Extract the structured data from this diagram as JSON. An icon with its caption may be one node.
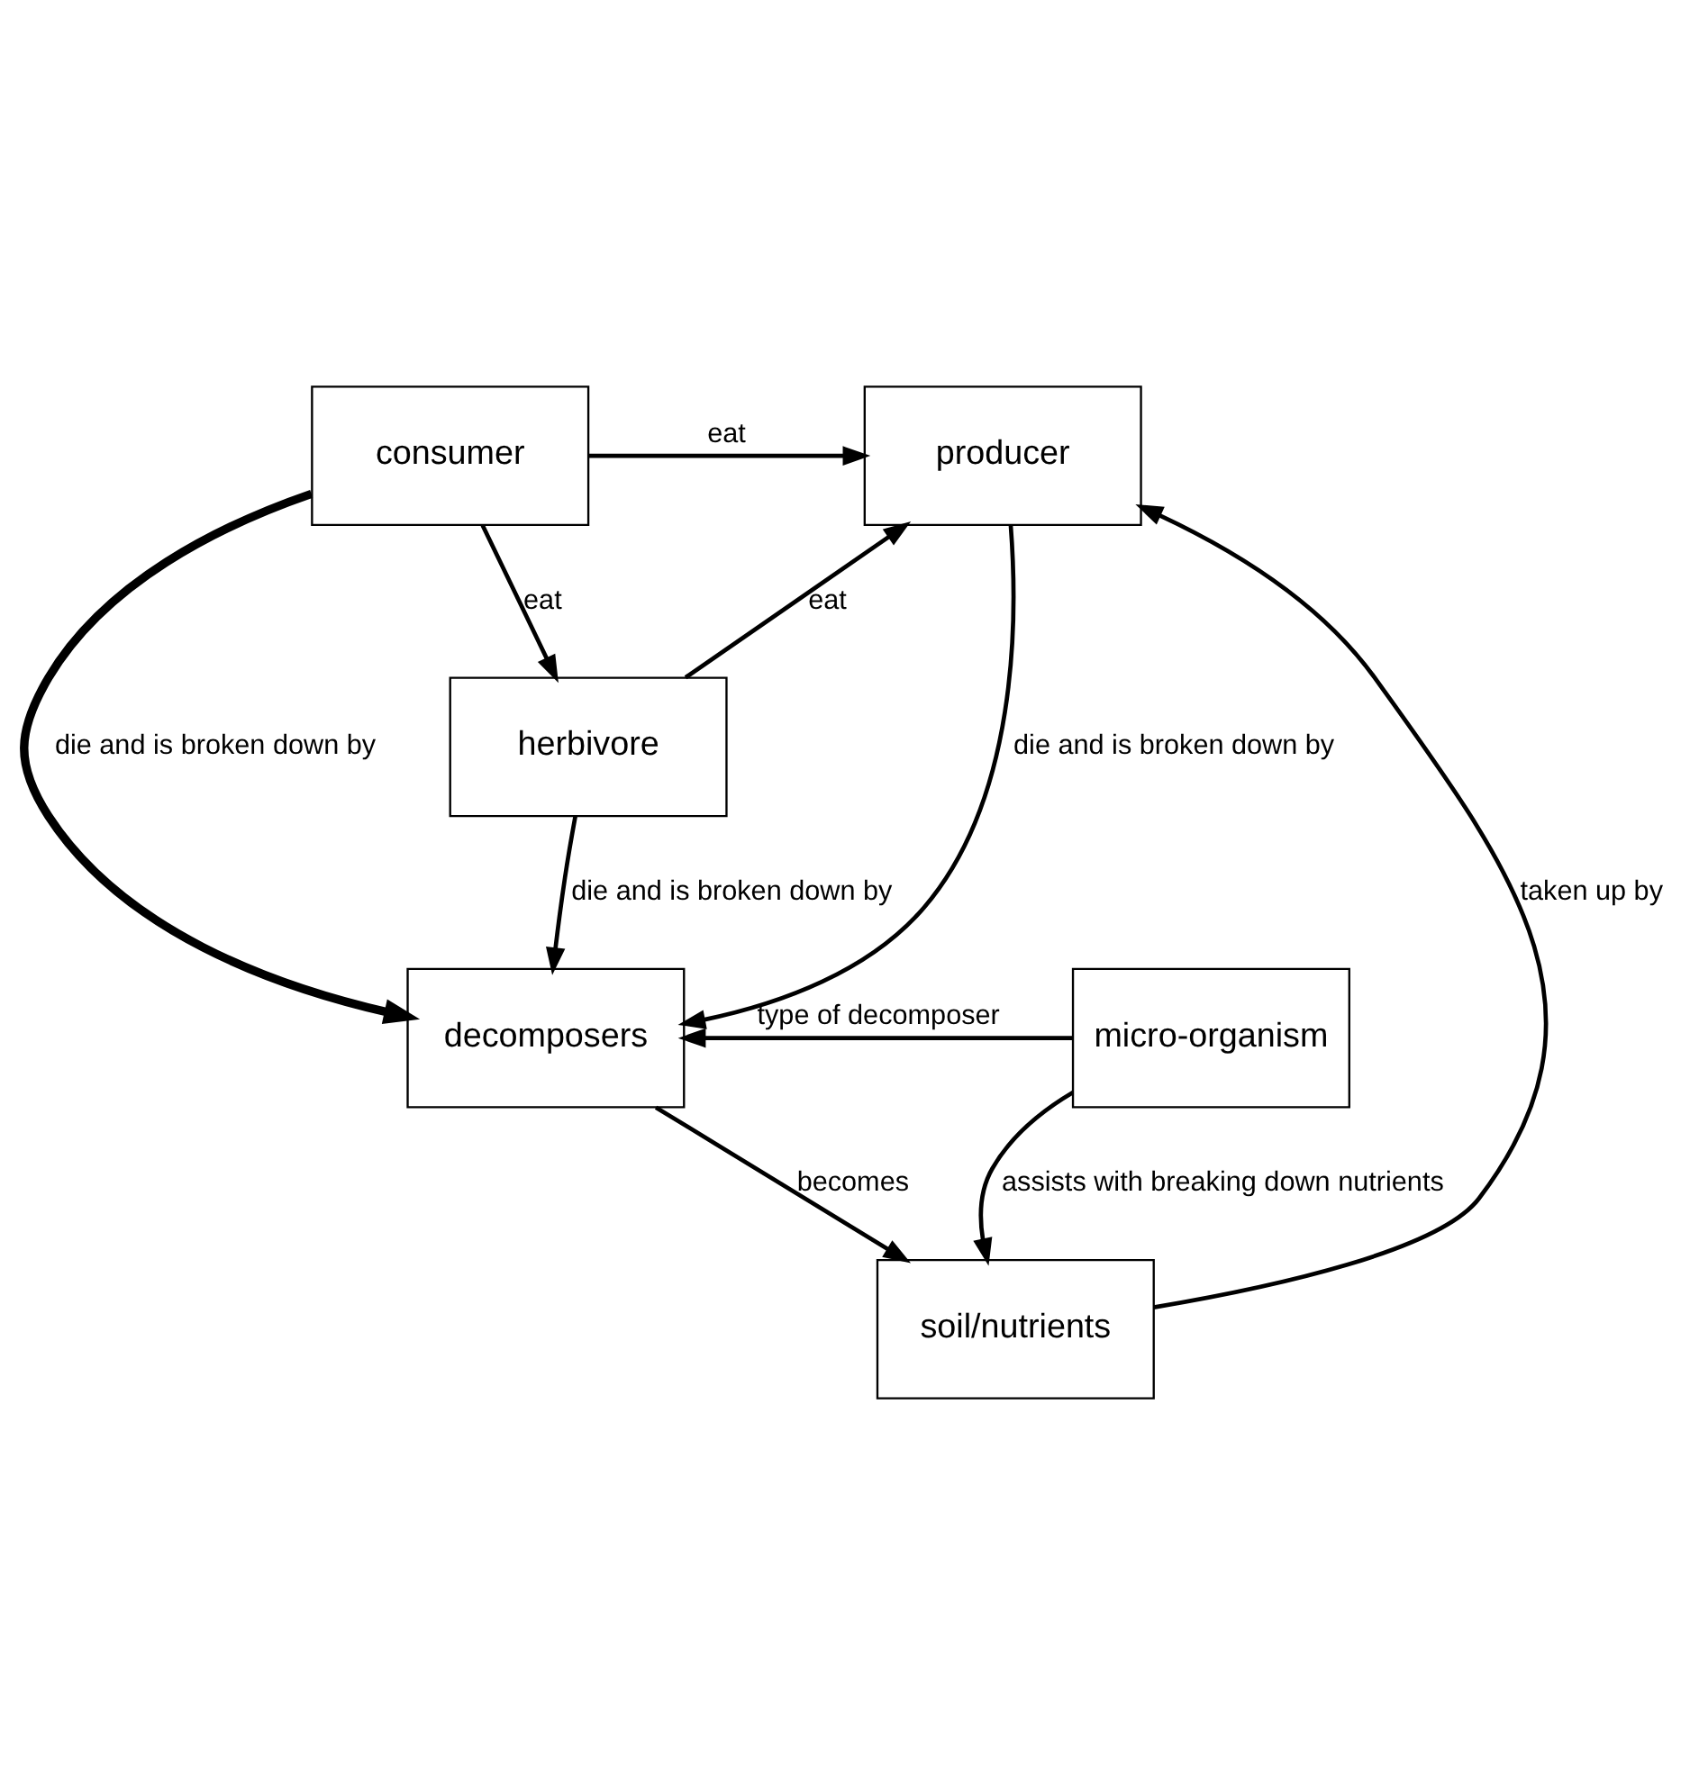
{
  "diagram": {
    "nodes": [
      {
        "text": [
          "producer"
        ]
      },
      {
        "text": [
          "consumer"
        ]
      },
      {
        "text": [
          "herbivore"
        ]
      },
      {
        "text": [
          "decomposers"
        ]
      },
      {
        "text": [
          "micro-organism"
        ]
      },
      {
        "text": [
          "soil/nutrients"
        ]
      }
    ],
    "edges": [
      {
        "from": 1,
        "to": 0,
        "arrow": "to",
        "label": "eat"
      },
      {
        "from": 1,
        "to": 2,
        "arrow": "to",
        "label": "eat"
      },
      {
        "from": 2,
        "to": 0,
        "arrow": "to",
        "label": "eat"
      },
      {
        "from": 0,
        "to": 3,
        "arrow": "to",
        "label": "die and is broken down by"
      },
      {
        "from": 2,
        "to": 3,
        "arrow": "to",
        "label": "die and is broken down by"
      },
      {
        "from": 1,
        "to": 3,
        "arrow": "to",
        "label": "die and is broken down by",
        "style": "thick"
      },
      {
        "from": 4,
        "to": 3,
        "arrow": "to",
        "label": "type of decomposer"
      },
      {
        "from": 3,
        "to": 5,
        "arrow": "to",
        "label": "becomes"
      },
      {
        "from": 5,
        "to": 0,
        "arrow": "to",
        "label": "taken up by"
      },
      {
        "from": 4,
        "to": 5,
        "arrow": "to",
        "label": "assists with breaking down nutrients"
      }
    ]
  }
}
